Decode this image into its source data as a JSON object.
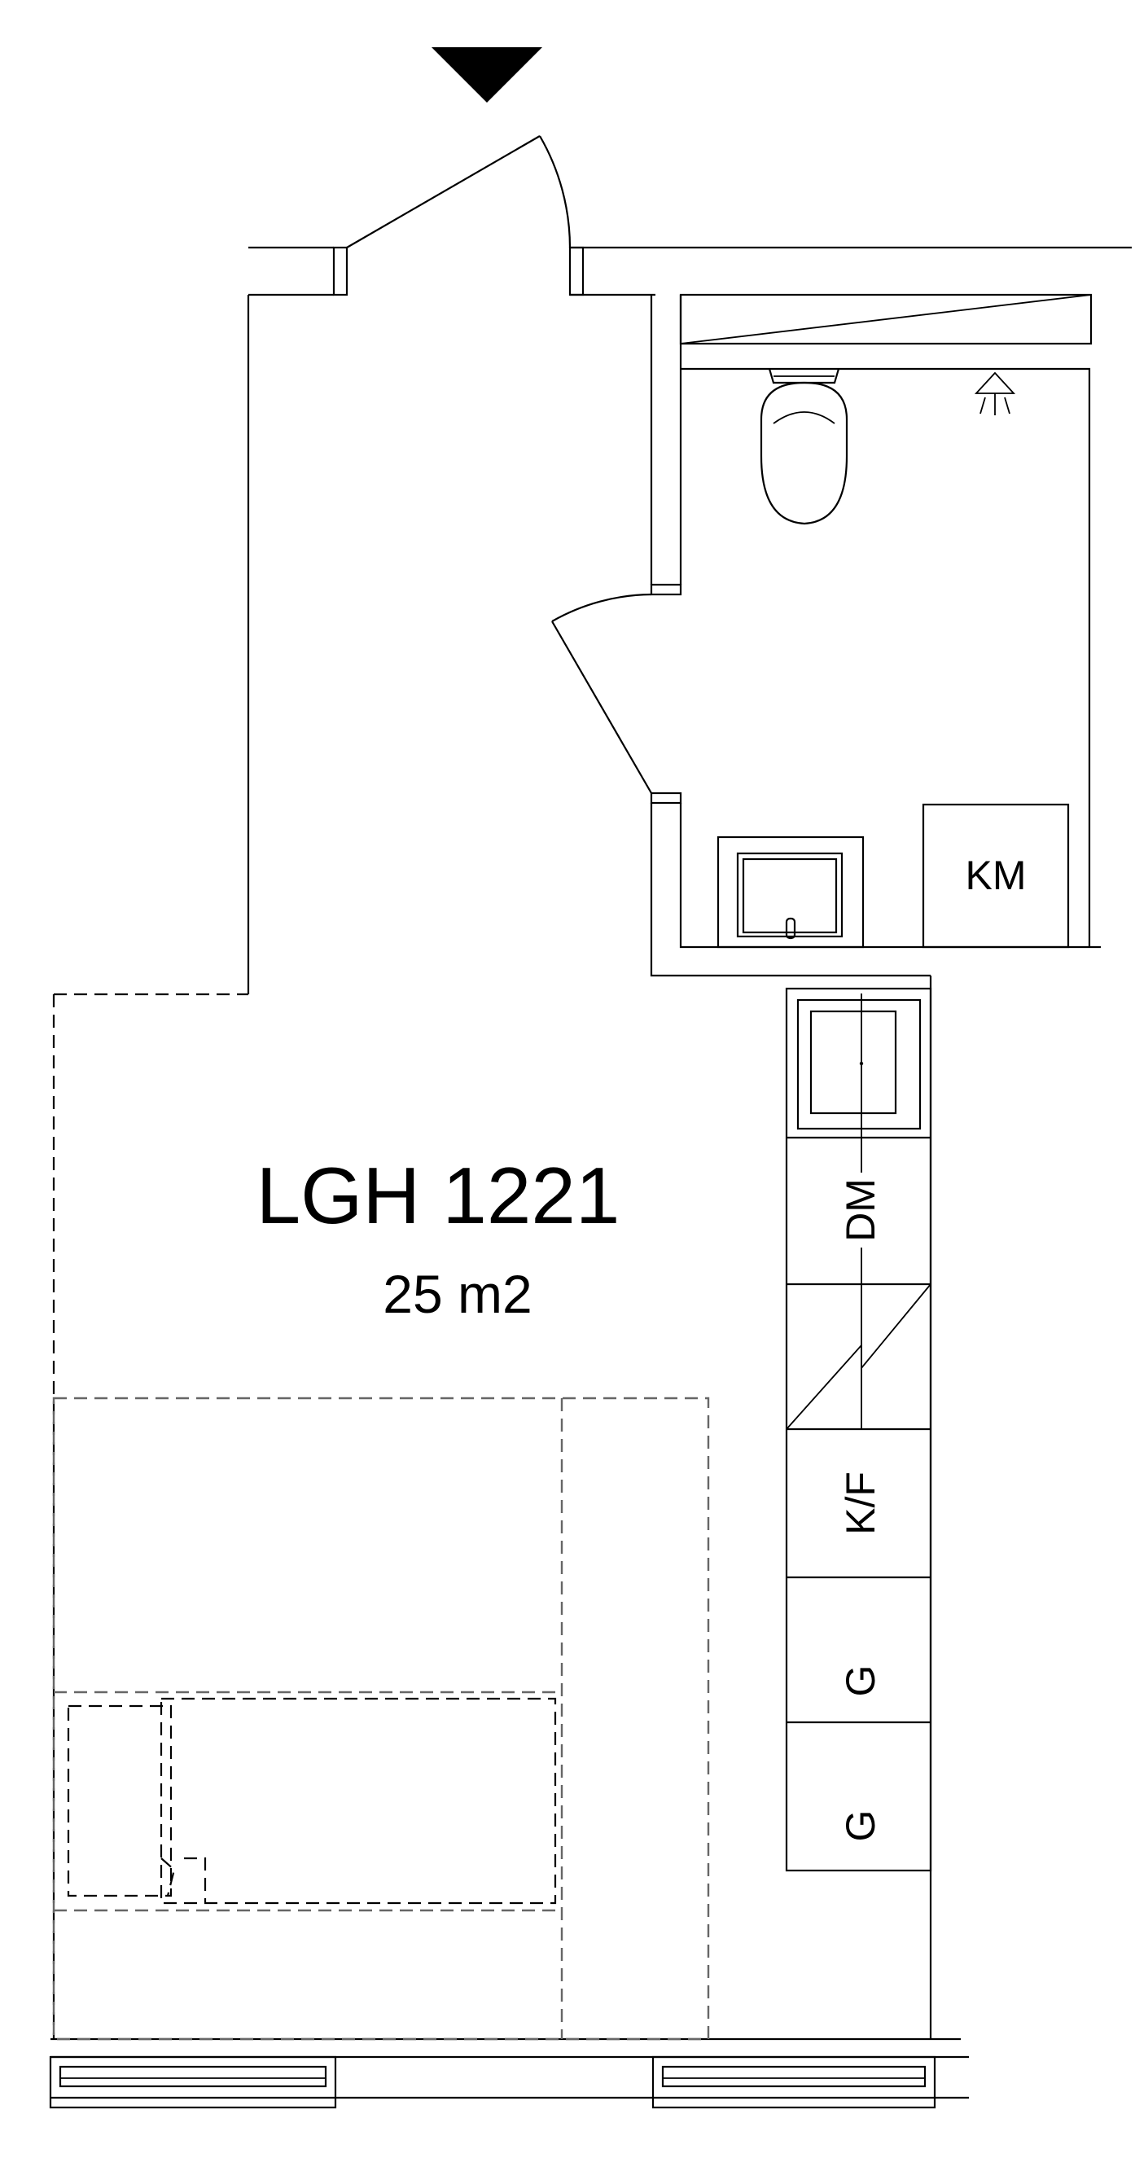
{
  "apartment": {
    "name": "LGH 1221",
    "area": "25 m2"
  },
  "appliances": {
    "washing_machine": "KM",
    "dishwasher": "DM",
    "fridge_freezer": "K/F",
    "cabinet_1": "G",
    "cabinet_2": "G"
  },
  "colors": {
    "line": "#000000",
    "furniture_dashed": "#666666",
    "background": "#ffffff"
  }
}
